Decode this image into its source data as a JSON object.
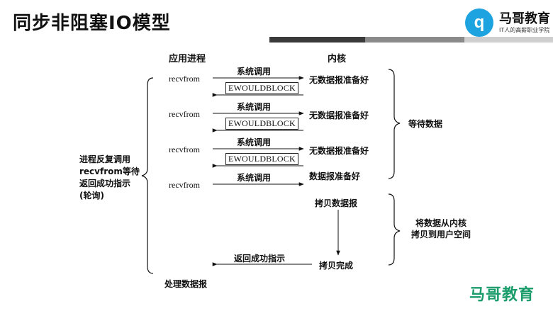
{
  "slide": {
    "title": "同步非阻塞IO模型"
  },
  "logo": {
    "icon_glyph": "q",
    "name": "马哥教育",
    "tagline": "IT人的高薪职业学院",
    "brand_color": "#1ca3e0"
  },
  "watermark": {
    "text": "马哥教育",
    "color": "#1a9b6a"
  },
  "diagram": {
    "col_app": "应用进程",
    "col_kernel": "内核",
    "recvfrom": "recvfrom",
    "syscall": "系统调用",
    "ewouldblock": "EWOULDBLOCK",
    "no_data": "无数据报准备好",
    "data_ready": "数据报准备好",
    "copy_dgram": "拷贝数据报",
    "copy_done": "拷贝完成",
    "return_ok": "返回成功指示",
    "process_dgram": "处理数据报",
    "wait_data": "等待数据",
    "copy_to_user_1": "将数据从内核",
    "copy_to_user_2": "拷贝到用户空间",
    "left_note_1": "进程反复调用",
    "left_note_2": "recvfrom等待",
    "left_note_3": "返回成功指示",
    "left_note_4": "(轮询)"
  }
}
